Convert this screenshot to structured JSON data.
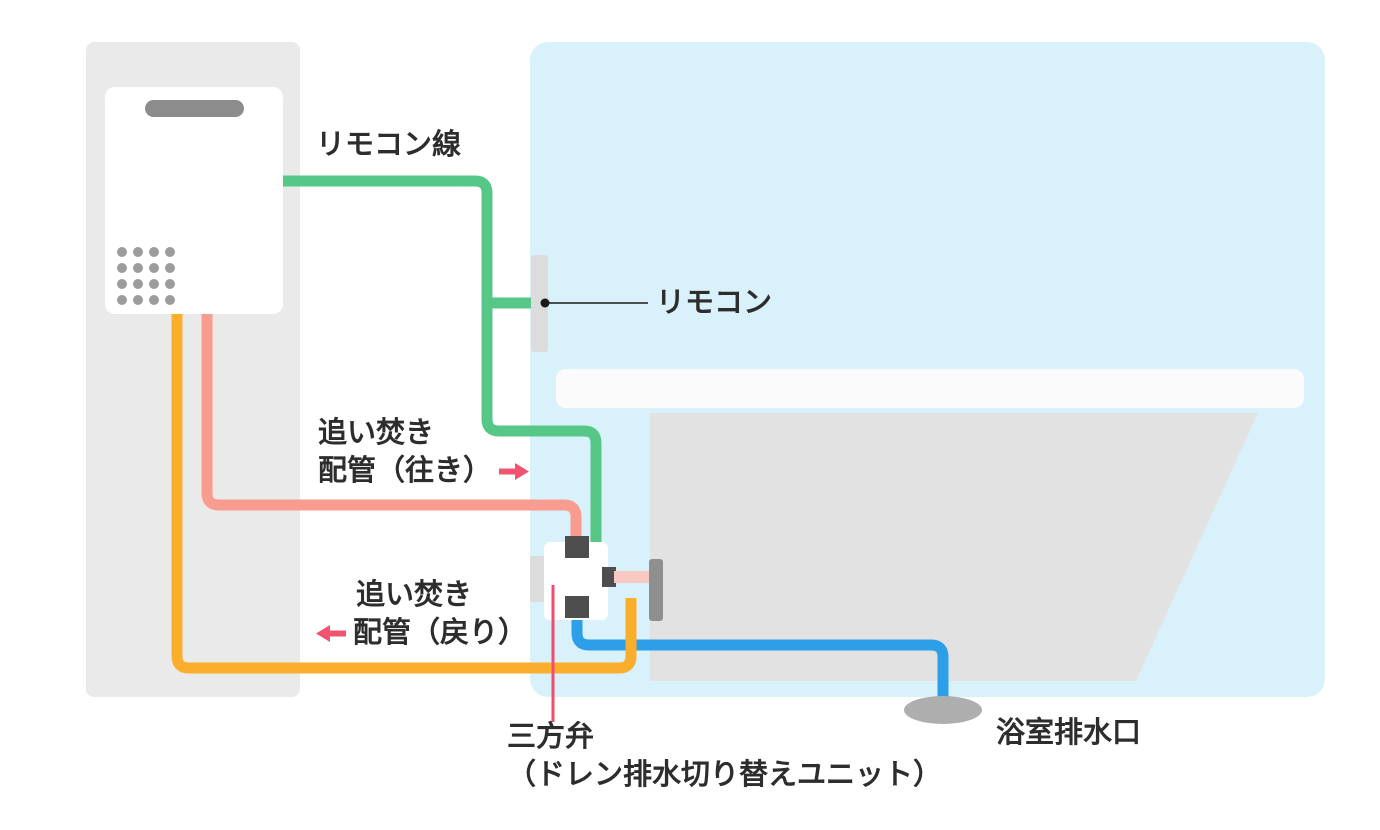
{
  "labels": {
    "remote_wire": "リモコン線",
    "remote": "リモコン",
    "reheat_supply_line1": "追い焚き",
    "reheat_supply_line2": "配管（往き）",
    "reheat_return_line1": "追い焚き",
    "reheat_return_line2": "配管（戻り）",
    "valve_line1": "三方弁",
    "valve_line2": "（ドレン排水切り替えユニット）",
    "bath_drain": "浴室排水口"
  },
  "colors": {
    "remote_wire_green": "#57C788",
    "reheat_supply_pink": "#F79C8F",
    "reheat_stub_pink": "#F8C9C2",
    "reheat_return_orange": "#FAAE2B",
    "drain_blue": "#2C9FE8",
    "arrow_pink": "#F2536E",
    "pointer_red": "#EF4D6F",
    "pointer_black": "#1a1a1a",
    "room_blue": "#D9F1FB",
    "wall_gray": "#EAEAEA",
    "tub_gray": "#E2E2E2",
    "shelf_white": "#FBFBFB",
    "heater_white": "#FFFFFF",
    "vent_gray": "#8C8C8C",
    "grille_dot_gray": "#9C9C9C",
    "remote_panel_gray": "#DCDCDC",
    "valve_connector_gray": "#4E4E4E",
    "tub_adapter_gray": "#8F8F8F",
    "wall_fitting_gray": "#DCDCDC",
    "drain_cap_gray": "#AEAEAE"
  }
}
